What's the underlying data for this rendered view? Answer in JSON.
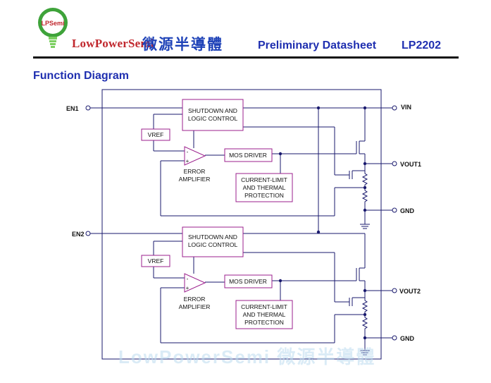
{
  "header": {
    "logo_text": "LPSemi",
    "company": "LowPowerSemi",
    "company_chinese": "微源半導體",
    "doc_title": "Preliminary Datasheet",
    "part_number": "LP2202"
  },
  "section_title": "Function Diagram",
  "diagram": {
    "pins": {
      "en1": "EN1",
      "en2": "EN2",
      "vin": "VIN",
      "vout1": "VOUT1",
      "vout2": "VOUT2",
      "gnd1": "GND",
      "gnd2": "GND"
    },
    "ch1": {
      "shutdown_l1": "SHUTDOWN AND",
      "shutdown_l2": "LOGIC CONTROL",
      "vref": "VREF",
      "mos": "MOS DRIVER",
      "err_l1": "ERROR",
      "err_l2": "AMPLIFIER",
      "cl_l1": "CURRENT-LIMIT",
      "cl_l2": "AND THERMAL",
      "cl_l3": "PROTECTION",
      "minus": "-",
      "plus": "+"
    },
    "ch2": {
      "shutdown_l1": "SHUTDOWN AND",
      "shutdown_l2": "LOGIC CONTROL",
      "vref": "VREF",
      "mos": "MOS DRIVER",
      "err_l1": "ERROR",
      "err_l2": "AMPLIFIER",
      "cl_l1": "CURRENT-LIMIT",
      "cl_l2": "AND THERMAL",
      "cl_l3": "PROTECTION",
      "minus": "-",
      "plus": "+"
    }
  },
  "watermark": "LowPowerSemi 微源半導體",
  "colors": {
    "accent_blue": "#1f2fb0",
    "block_magenta": "#9b1f8c",
    "wire_navy": "#1a1a6e",
    "logo_red": "#c0272d",
    "logo_green": "#3ea33a"
  }
}
